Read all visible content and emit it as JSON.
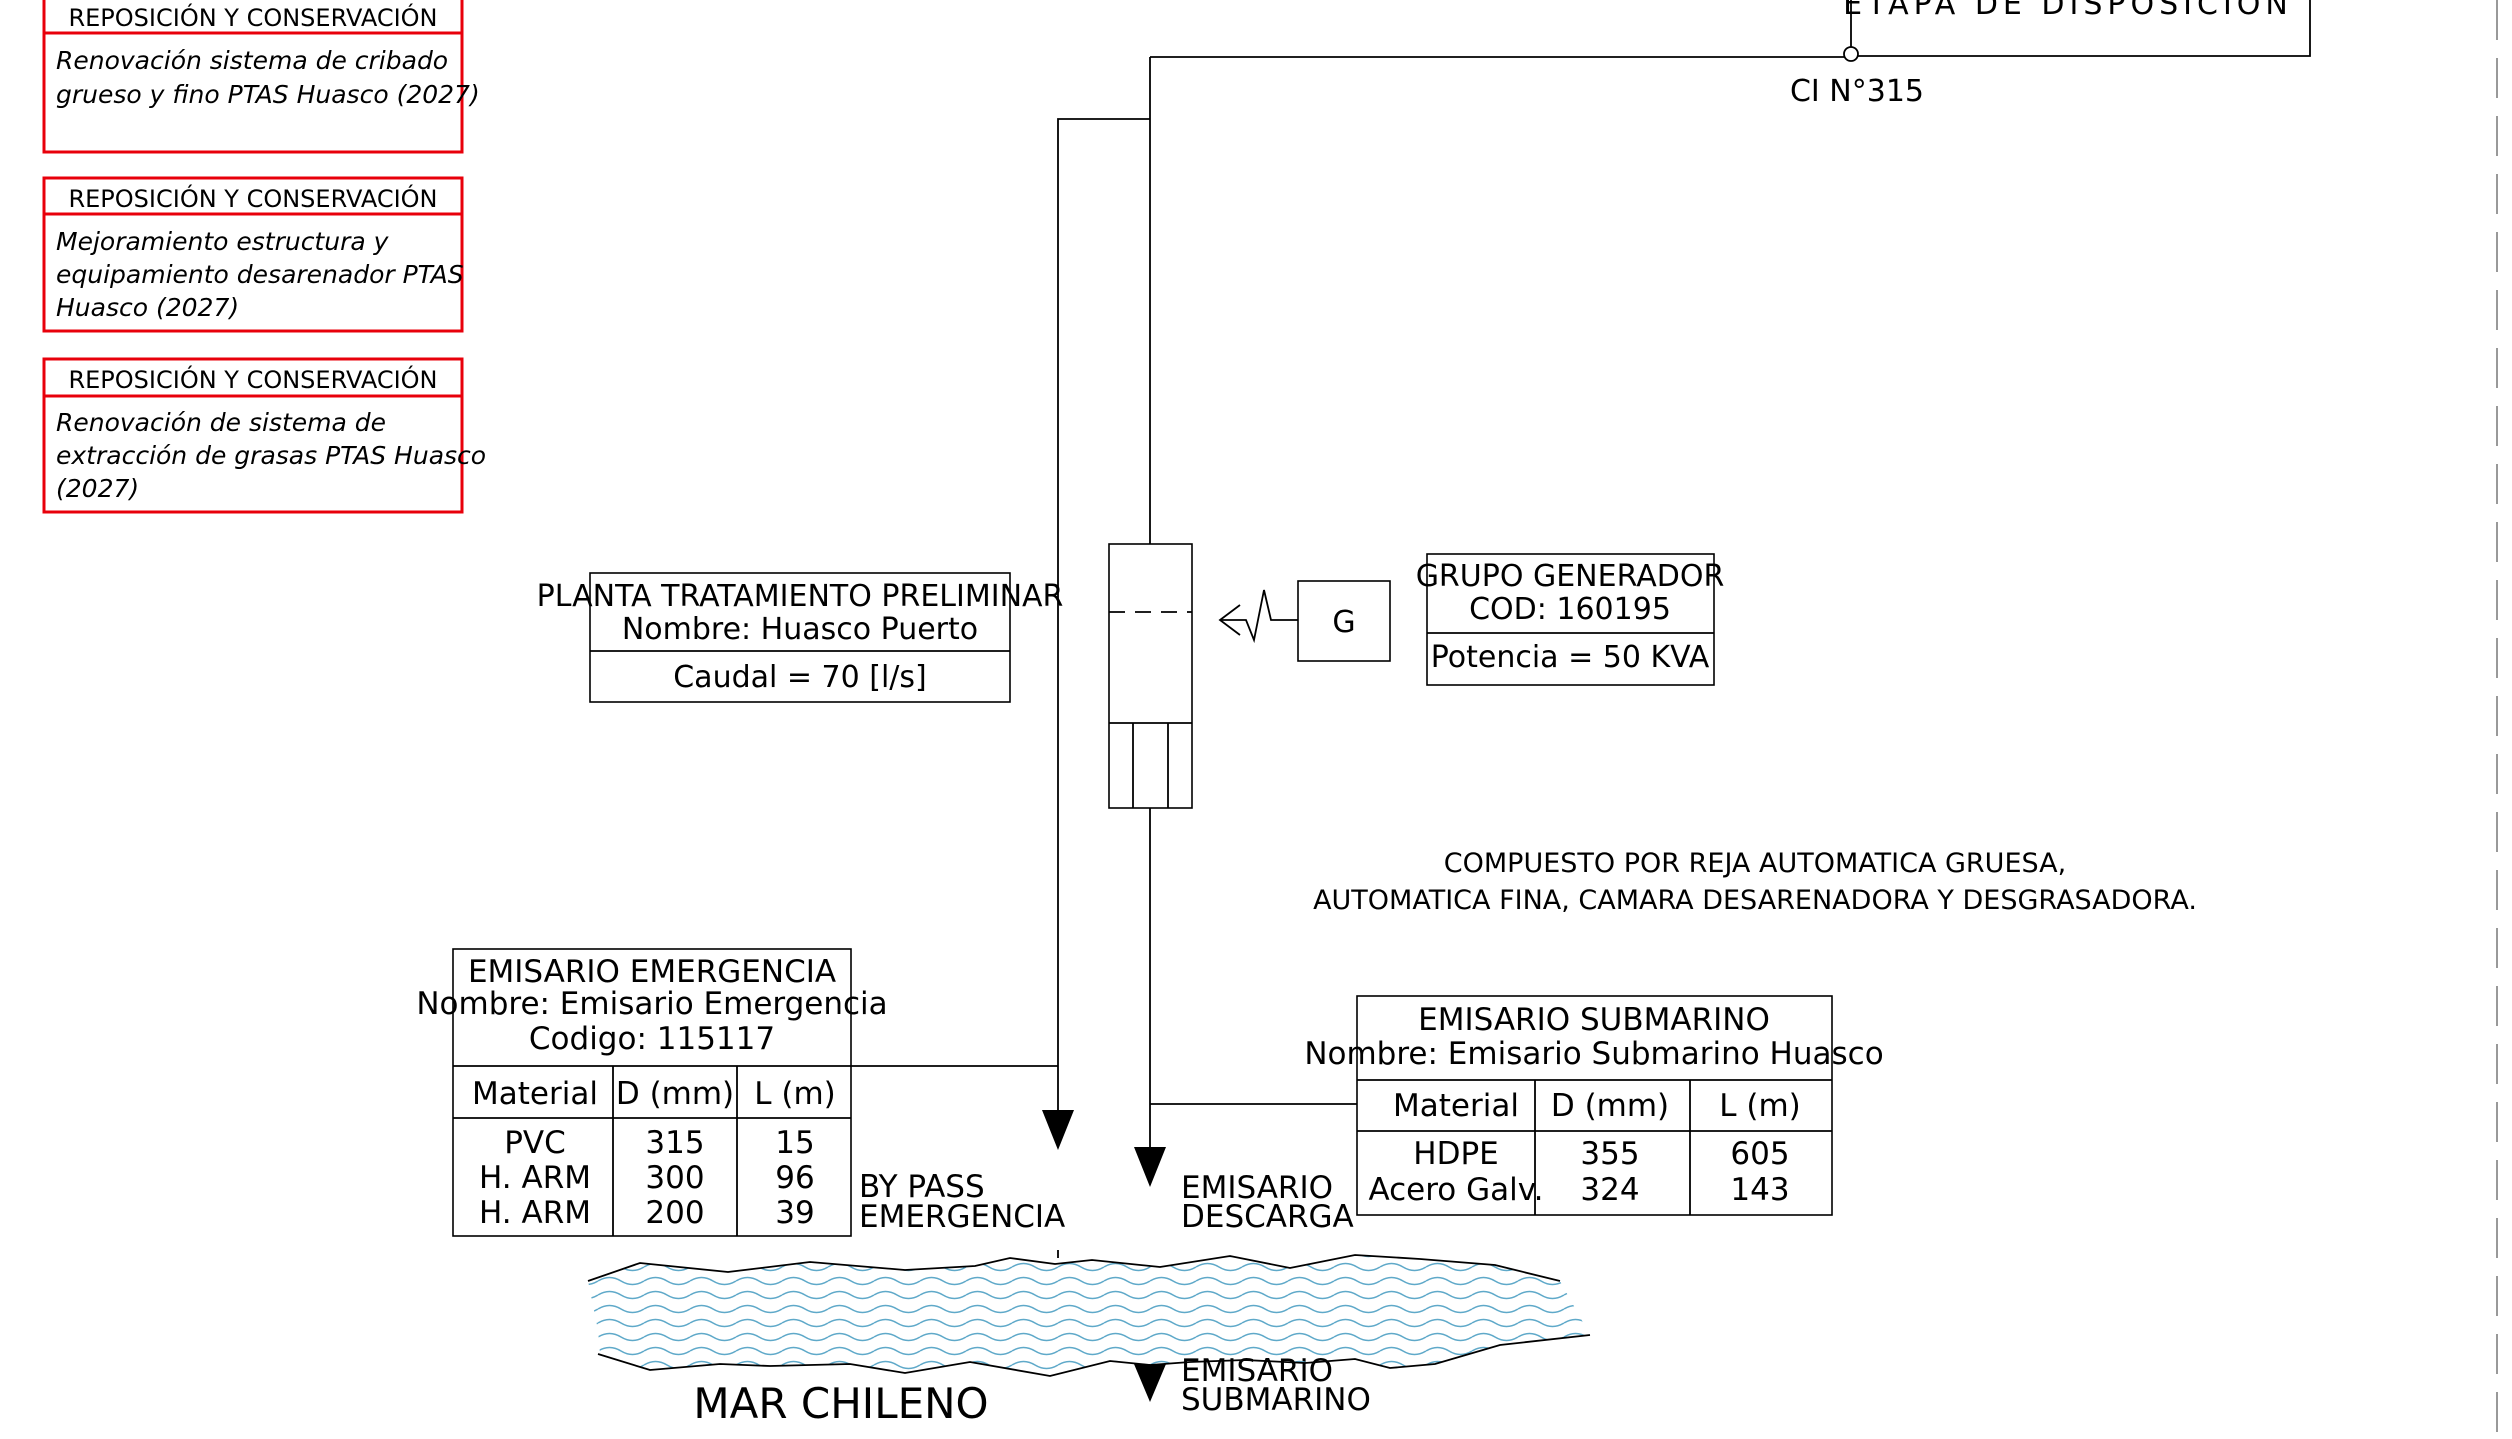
{
  "red_notes": [
    {
      "heading": "REPOSICIÓN Y CONSERVACIÓN",
      "lines": [
        "Renovación sistema de cribado",
        "grueso y fino PTAS Huasco (2027)"
      ]
    },
    {
      "heading": "REPOSICIÓN Y CONSERVACIÓN",
      "lines": [
        "Mejoramiento estructura y",
        "equipamiento desarenador PTAS",
        "Huasco (2027)"
      ]
    },
    {
      "heading": "REPOSICIÓN Y CONSERVACIÓN",
      "lines": [
        "Renovación de sistema de",
        "extracción de grasas PTAS Huasco",
        "(2027)"
      ]
    }
  ],
  "disposal_box": {
    "title": "ETAPA DE DISPOSICIÓN"
  },
  "inspection_chamber": {
    "label": "CI N°315"
  },
  "plant": {
    "title": "PLANTA TRATAMIENTO PRELIMINAR",
    "name_line": "Nombre: Huasco Puerto",
    "flow_line": "Caudal = 70 [l/s]"
  },
  "generator": {
    "symbol": "G",
    "title": "GRUPO GENERADOR",
    "code_line": "COD: 160195",
    "power_line": "Potencia = 50 KVA"
  },
  "composition_note": [
    "COMPUESTO POR REJA AUTOMATICA GRUESA,",
    "AUTOMATICA FINA, CAMARA DESARENADORA Y DESGRASADORA."
  ],
  "emergency_outfall": {
    "title": "EMISARIO EMERGENCIA",
    "name_line": "Nombre: Emisario Emergencia",
    "code_line": "Codigo: 115117",
    "headers": [
      "Material",
      "D (mm)",
      "L (m)"
    ],
    "rows": [
      [
        "PVC",
        "315",
        "15"
      ],
      [
        "H. ARM",
        "300",
        "96"
      ],
      [
        "H. ARM",
        "200",
        "39"
      ]
    ]
  },
  "submarine_outfall": {
    "title": "EMISARIO SUBMARINO",
    "name_line": "Nombre: Emisario Submarino Huasco",
    "headers": [
      "Material",
      "D (mm)",
      "L (m)"
    ],
    "rows": [
      [
        "HDPE",
        "355",
        "605"
      ],
      [
        "Acero Galv.",
        "324",
        "143"
      ]
    ]
  },
  "flow_labels": {
    "bypass": [
      "BY PASS",
      "EMERGENCIA"
    ],
    "discharge": [
      "EMISARIO",
      "DESCARGA"
    ],
    "submarine": [
      "EMISARIO",
      "SUBMARINO"
    ]
  },
  "sea": {
    "label": "MAR CHILENO",
    "wave_color": "#5fa9c9"
  },
  "colors": {
    "note_border": "#e8000b",
    "line": "#000000"
  }
}
